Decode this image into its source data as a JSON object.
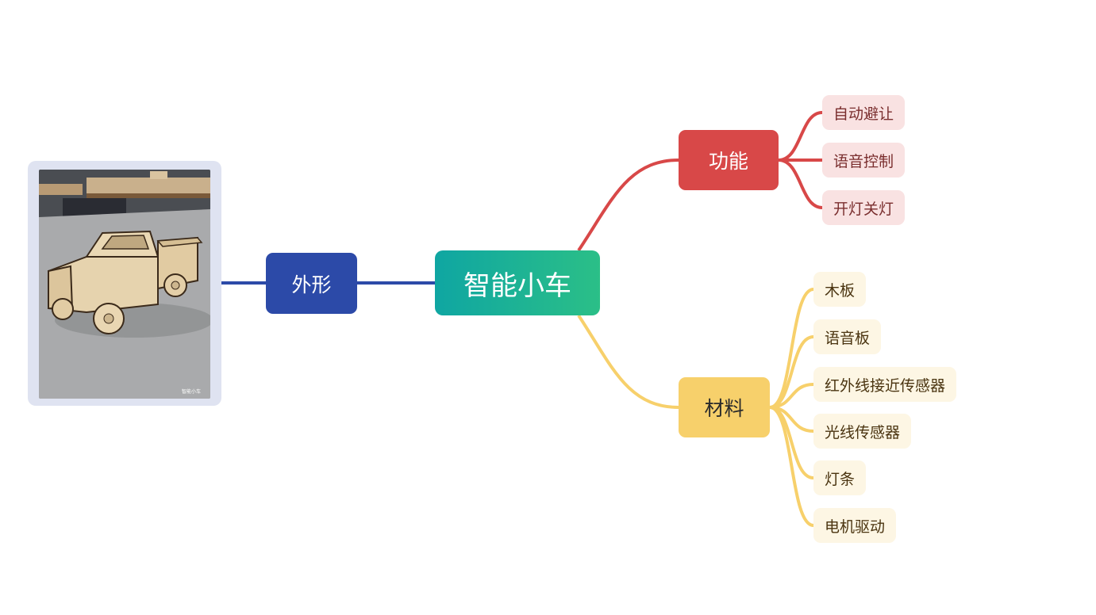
{
  "mindmap": {
    "central": {
      "label": "智能小车"
    },
    "branches": {
      "appearance": {
        "label": "外形",
        "color": "#2c4aa8",
        "image": {
          "subject": "wooden-toy-truck-photo",
          "watermark": "智能小车"
        }
      },
      "function": {
        "label": "功能",
        "color": "#d84848",
        "items": [
          "自动避让",
          "语音控制",
          "开灯关灯"
        ]
      },
      "material": {
        "label": "材料",
        "color": "#f7d06b",
        "items": [
          "木板",
          "语音板",
          "红外线接近传感器",
          "光线传感器",
          "灯条",
          "电机驱动"
        ]
      }
    },
    "colors": {
      "central_gradient_start": "#0fa6a2",
      "central_gradient_end": "#2bbf87",
      "function_leaf_bg": "#f9e2e2",
      "material_leaf_bg": "#fdf6e4",
      "image_frame": "#dfe3f1"
    }
  }
}
